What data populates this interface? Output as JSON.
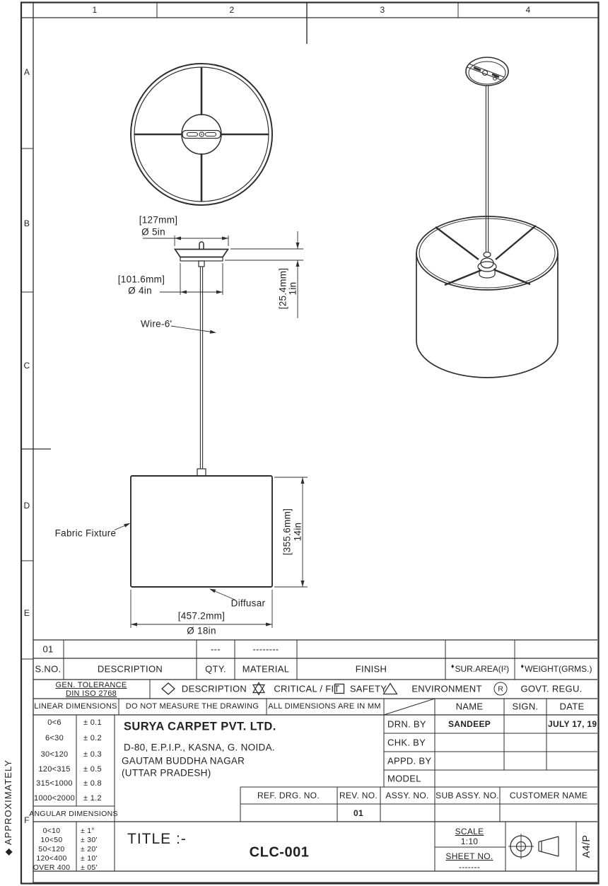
{
  "sheet": {
    "columns": [
      "1",
      "2",
      "3",
      "4"
    ],
    "rows": [
      "A",
      "B",
      "C",
      "D",
      "E",
      "F"
    ],
    "margin_note": "◆ APPROXIMATELY"
  },
  "drawing": {
    "dims": {
      "canopy_dia_mm": "[127mm]",
      "canopy_dia_in": "Ø 5in",
      "ring_dia_mm": "[101.6mm]",
      "ring_dia_in": "Ø 4in",
      "canopy_height_mm": "[25.4mm]",
      "canopy_height_in": "1in",
      "shade_height_mm": "[355.6mm]",
      "shade_height_in": "14in",
      "shade_dia_mm": "[457.2mm]",
      "shade_dia_in": "Ø 18in"
    },
    "labels": {
      "wire": "Wire-6'",
      "fabric_fixture": "Fabric Fixture",
      "diffuser": "Diffusar"
    }
  },
  "parts_table": {
    "headers": {
      "marker": "♦",
      "sno": "S.NO.",
      "description": "DESCRIPTION",
      "qty": "QTY.",
      "material": "MATERIAL",
      "finish": "FINISH",
      "sur_area": "SUR.AREA(I²)",
      "weight": "WEIGHT(GRMS.)"
    },
    "row": {
      "sno": "01",
      "qty": "---",
      "material": "--------"
    }
  },
  "legend": {
    "tolerance_line1": "GEN. TOLERANCE",
    "tolerance_line2": "DIN ISO 2768",
    "items": [
      {
        "label": "DESCRIPTION"
      },
      {
        "label": "CRITICAL / FIT"
      },
      {
        "label": "SAFETY"
      },
      {
        "label": "ENVIRONMENT"
      },
      {
        "label": "GOVT. REGU."
      }
    ],
    "govt_symbol": "R"
  },
  "notes": {
    "linear": "LINEAR DIMENSIONS",
    "no_measure": "DO NOT MEASURE THE DRAWING",
    "units": "ALL DIMENSIONS ARE IN MM"
  },
  "sign_table": {
    "name_h": "NAME",
    "sign_h": "SIGN.",
    "date_h": "DATE",
    "rows": [
      {
        "label": "DRN. BY",
        "name": "SANDEEP",
        "date": "JULY 17, 19"
      },
      {
        "label": "CHK. BY",
        "name": "",
        "date": ""
      },
      {
        "label": "APPD. BY",
        "name": "",
        "date": ""
      },
      {
        "label": "MODEL",
        "name": "",
        "date": ""
      }
    ]
  },
  "linear_tolerances": [
    {
      "range": "0<6",
      "tol": "± 0.1"
    },
    {
      "range": "6<30",
      "tol": "± 0.2"
    },
    {
      "range": "30<120",
      "tol": "± 0.3"
    },
    {
      "range": "120<315",
      "tol": "± 0.5"
    },
    {
      "range": "315<1000",
      "tol": "± 0.8"
    },
    {
      "range": "1000<2000",
      "tol": "± 1.2"
    }
  ],
  "angular": {
    "title": "ANGULAR DIMENSIONS",
    "rows": [
      {
        "range": "0<10",
        "tol": "± 1°"
      },
      {
        "range": "10<50",
        "tol": "± 30'"
      },
      {
        "range": "50<120",
        "tol": "± 20'"
      },
      {
        "range": "120<400",
        "tol": "± 10'"
      },
      {
        "range": "OVER 400",
        "tol": "± 05'"
      }
    ]
  },
  "company": {
    "name": "SURYA CARPET PVT. LTD.",
    "address1": "D-80, E.P.I.P., KASNA, G. NOIDA.",
    "address2": "GAUTAM BUDDHA NAGAR",
    "address3": "(UTTAR PRADESH)"
  },
  "ref_table": {
    "headers": [
      "REF. DRG. NO.",
      "REV. NO.",
      "ASSY. NO.",
      "SUB ASSY. NO.",
      "CUSTOMER NAME"
    ],
    "rev_value": "01"
  },
  "title_block": {
    "title_label": "TITLE :-",
    "drawing_number": "CLC-001",
    "scale_label": "SCALE",
    "scale_value": "1:10",
    "sheet_label": "SHEET NO.",
    "sheet_value": "-------",
    "paper_size": "A4/P"
  }
}
